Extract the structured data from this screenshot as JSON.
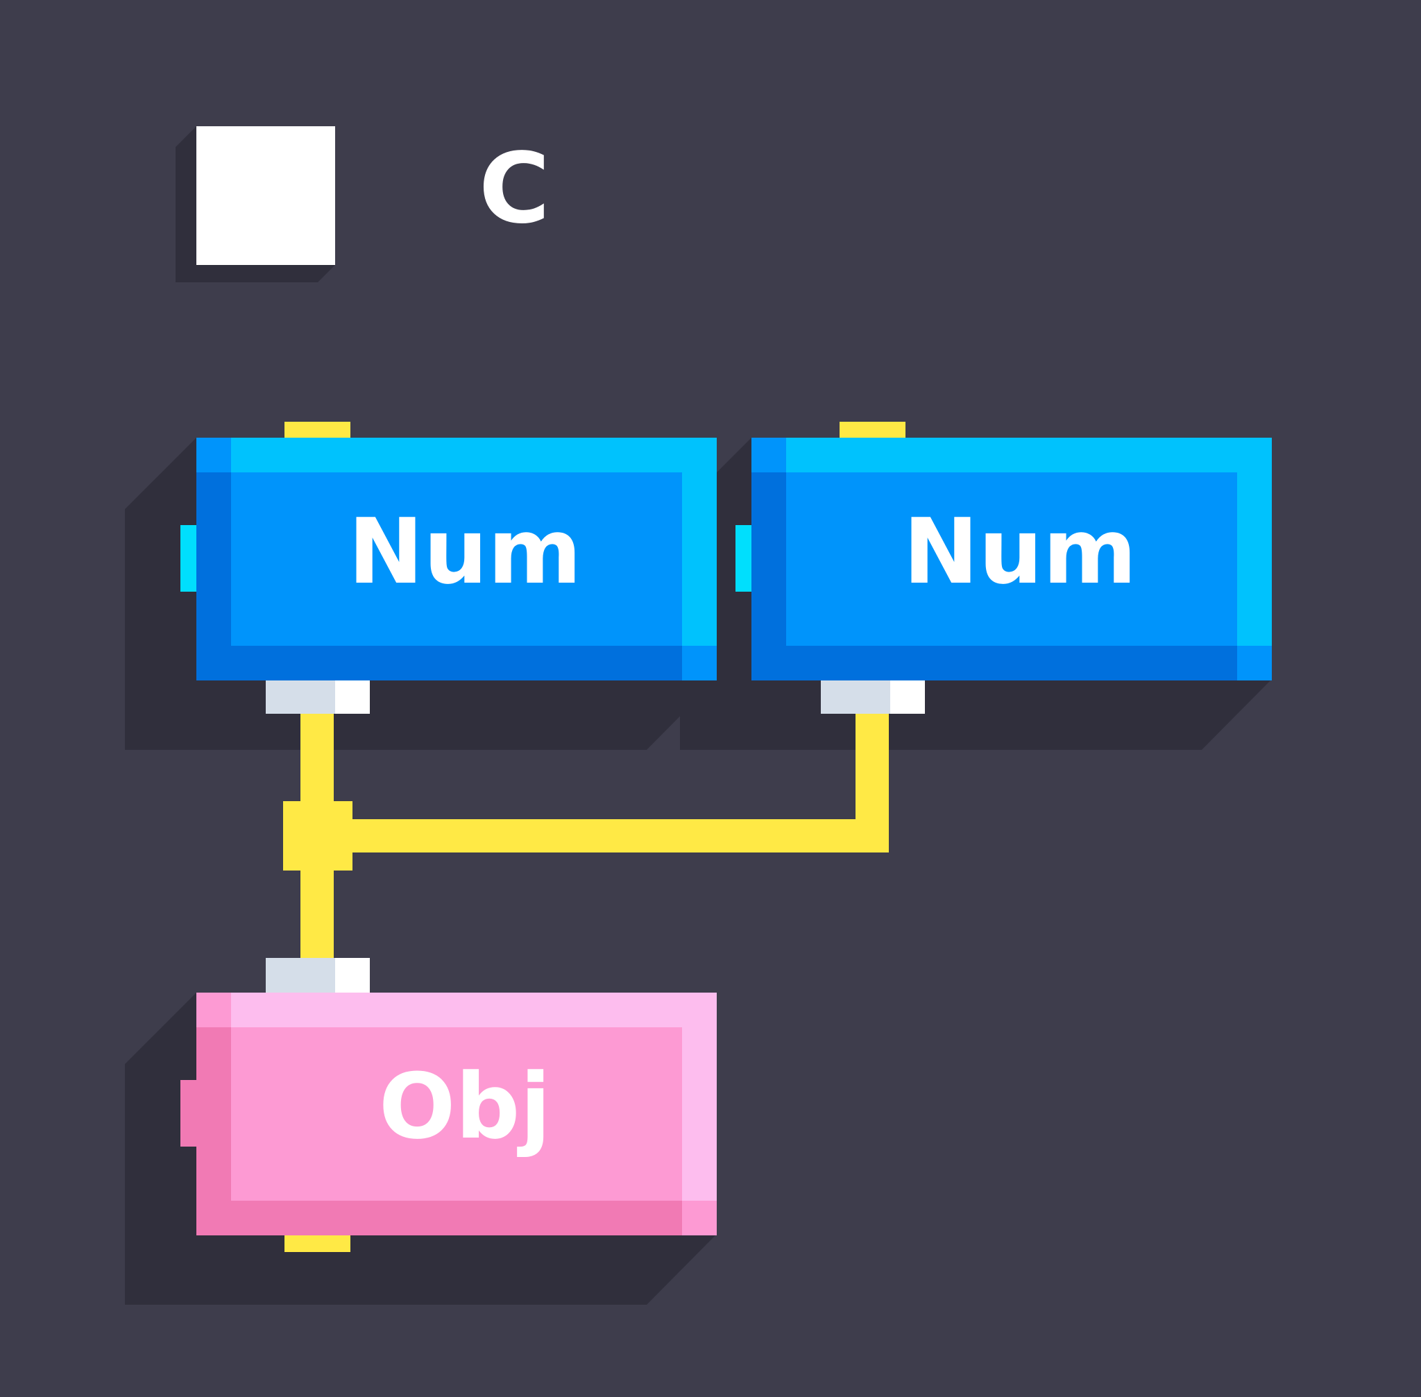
{
  "header": {
    "checkbox_checked": false,
    "label": "C"
  },
  "nodes": [
    {
      "id": "num-1",
      "label": "Num",
      "kind": "number"
    },
    {
      "id": "num-2",
      "label": "Num",
      "kind": "number"
    },
    {
      "id": "obj-1",
      "label": "Obj",
      "kind": "object"
    }
  ],
  "connections": [
    {
      "from": "num-1",
      "to": "obj-1"
    },
    {
      "from": "num-2",
      "to": "obj-1"
    }
  ],
  "colors": {
    "background": "#3e3d4c",
    "shadow": "#302f3c",
    "wire": "#ffe945",
    "number_main": "#0094fb",
    "number_light": "#00c2fd",
    "number_dark": "#0070dd",
    "number_side_port": "#00dffd",
    "object_main": "#fd9ad3",
    "object_light": "#fdbdee",
    "object_dark": "#f17ab4",
    "port_top_pin": "#ffe945",
    "port_socket_light": "#d5dee9",
    "port_socket_white": "#ffffff",
    "checkbox": "#ffffff"
  }
}
